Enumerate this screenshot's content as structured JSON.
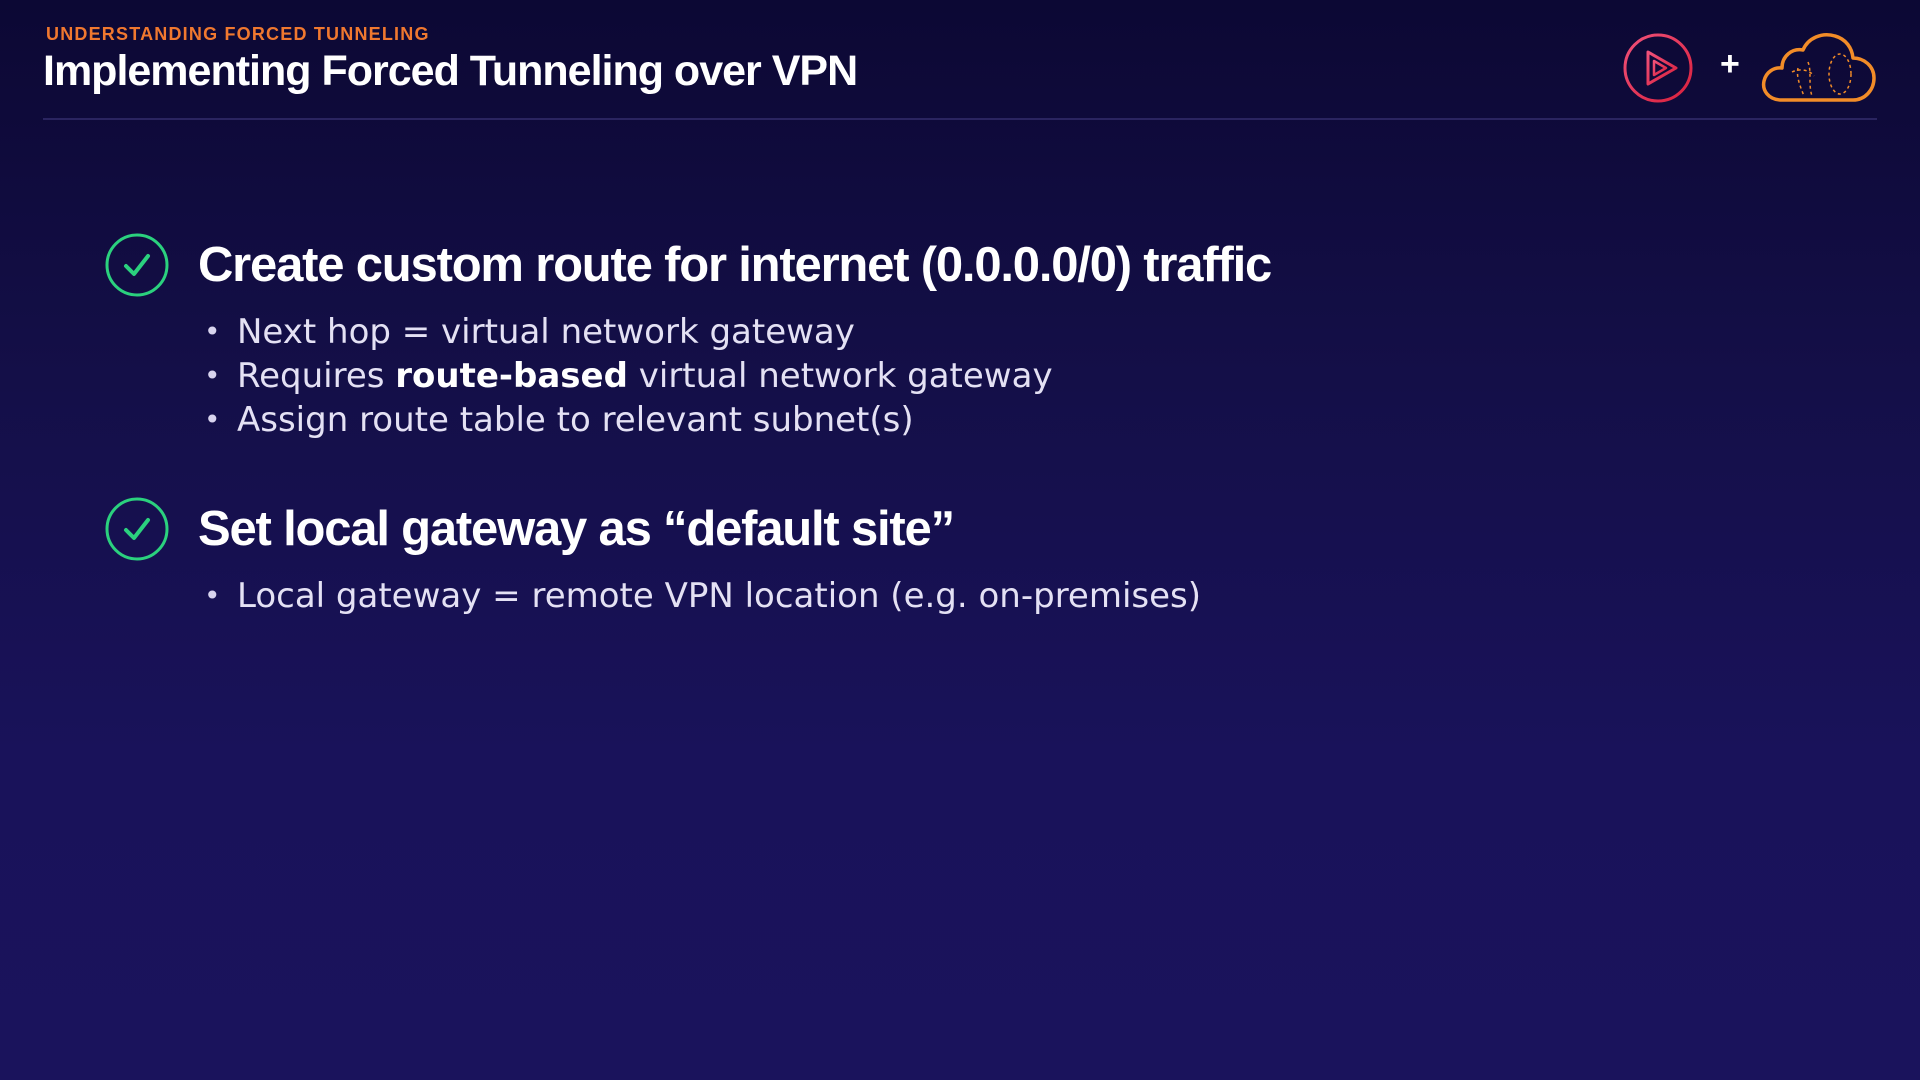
{
  "header": {
    "eyebrow": "UNDERSTANDING FORCED TUNNELING",
    "title": "Implementing Forced Tunneling over VPN"
  },
  "logos": {
    "plus": "+",
    "play_icon": "play-logo-icon",
    "cloud_icon": "cloud-logo-icon"
  },
  "colors": {
    "accent_orange": "#f0782f",
    "check_green": "#2bd17e",
    "play_red": "#e8344e",
    "background_top": "#0c0834",
    "background_bottom": "#1a135c"
  },
  "sections": [
    {
      "title": "Create custom route for internet (0.0.0.0/0) traffic",
      "bullets": [
        {
          "before": "Next hop = virtual network gateway",
          "bold": "",
          "after": ""
        },
        {
          "before": "Requires ",
          "bold": "route-based",
          "after": " virtual network gateway"
        },
        {
          "before": "Assign route table to relevant subnet(s)",
          "bold": "",
          "after": ""
        }
      ]
    },
    {
      "title": "Set local gateway as “default site”",
      "bullets": [
        {
          "before": "Local gateway = remote VPN location (e.g. on-premises)",
          "bold": "",
          "after": ""
        }
      ]
    }
  ]
}
